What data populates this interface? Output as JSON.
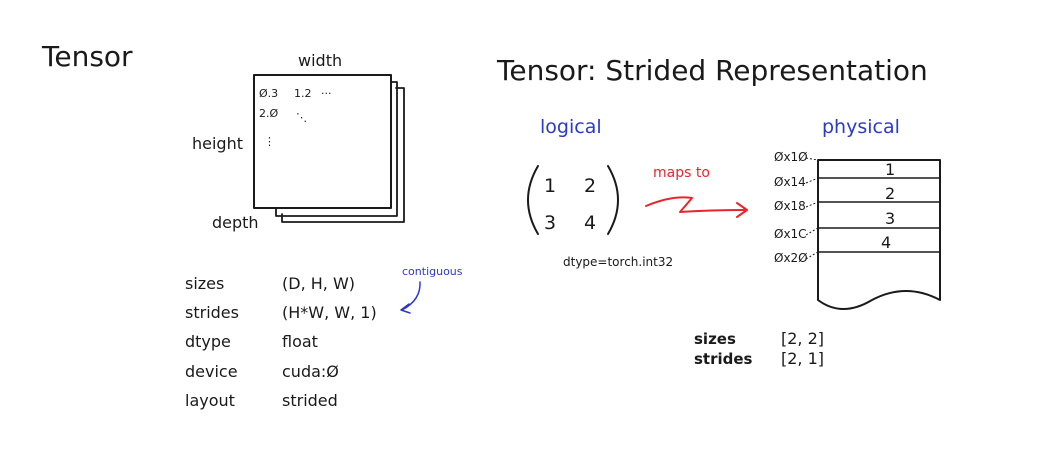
{
  "left": {
    "title": "Tensor",
    "cube_labels": {
      "width": "width",
      "height": "height",
      "depth": "depth"
    },
    "cells": {
      "r1c1": "Ø.3",
      "r1c2": "1.2",
      "r1c3": "···",
      "r2c1": "2.Ø",
      "r2c2": "⋱",
      "r3c1": "⋮"
    },
    "annotation": "contiguous",
    "properties": [
      {
        "key": "sizes",
        "value": "(D, H, W)"
      },
      {
        "key": "strides",
        "value": "(H*W, W, 1)"
      },
      {
        "key": "dtype",
        "value": "float"
      },
      {
        "key": "device",
        "value": "cuda:Ø"
      },
      {
        "key": "layout",
        "value": "strided"
      }
    ]
  },
  "right": {
    "title": "Tensor:  Strided  Representation",
    "logical_label": "logical",
    "physical_label": "physical",
    "matrix": {
      "a": "1",
      "b": "2",
      "c": "3",
      "d": "4"
    },
    "dtype": "dtype=torch.int32",
    "maps_to": "maps to",
    "addresses": [
      "Øx1Ø",
      "Øx14",
      "Øx18",
      "Øx1C",
      "Øx2Ø"
    ],
    "memory": [
      "1",
      "2",
      "3",
      "4"
    ],
    "sizes": {
      "key": "sizes",
      "value": "[2, 2]"
    },
    "strides": {
      "key": "strides",
      "value": "[2, 1]"
    }
  },
  "colors": {
    "ink": "#1a1a1a",
    "blue": "#2b3ac9",
    "red": "#e8262a"
  }
}
